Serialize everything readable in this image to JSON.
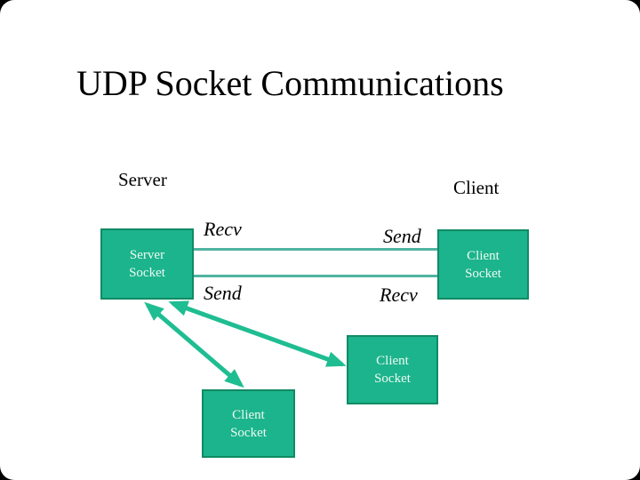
{
  "slide": {
    "title": "UDP Socket Communications",
    "labels": {
      "server": "Server",
      "client": "Client",
      "recv_top": "Recv",
      "send_top": "Send",
      "send_bottom": "Send",
      "recv_bottom": "Recv"
    },
    "boxes": {
      "server_socket": "Server Socket",
      "client_socket_right": "Client Socket",
      "client_socket_middle": "Client Socket",
      "client_socket_bottom": "Client Socket"
    },
    "colors": {
      "box_fill": "#1CB48C",
      "box_border": "#128A63",
      "connector": "#4FB3A1",
      "arrow": "#1FBD92",
      "box_text": "#EFFAF5",
      "text": "#000000",
      "background": "#FFFFFF",
      "backdrop": "#000000"
    }
  }
}
